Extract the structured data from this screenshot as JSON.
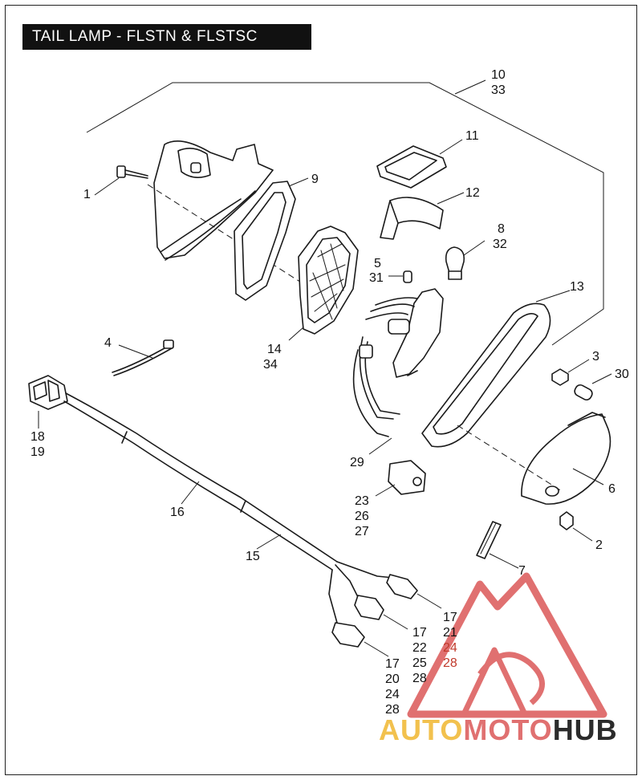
{
  "title": "TAIL LAMP - FLSTN & FLSTSC",
  "callouts": {
    "c1": "1",
    "c2": "2",
    "c3": "3",
    "c4": "4",
    "c5": "5",
    "c31": "31",
    "c6": "6",
    "c7": "7",
    "c8": "8",
    "c32": "32",
    "c9": "9",
    "c10": "10",
    "c33": "33",
    "c11": "11",
    "c12": "12",
    "c13": "13",
    "c14": "14",
    "c34": "34",
    "c15": "15",
    "c16": "16",
    "c18": "18",
    "c19": "19",
    "c23": "23",
    "c26": "26",
    "c27": "27",
    "c29": "29",
    "c30": "30",
    "g1a": "17",
    "g1b": "21",
    "g1c": "24",
    "g1d": "28",
    "g2a": "17",
    "g2b": "22",
    "g2c": "25",
    "g2d": "28",
    "g3a": "17",
    "g3b": "20",
    "g3c": "24",
    "g3d": "28"
  },
  "watermark": {
    "part1": "AUTO",
    "part2": "MOTO",
    "part3": "HUB"
  },
  "colors": {
    "accent_red": "#e07070",
    "accent_yellow": "#f2c14e",
    "dark": "#2b2b2b"
  }
}
